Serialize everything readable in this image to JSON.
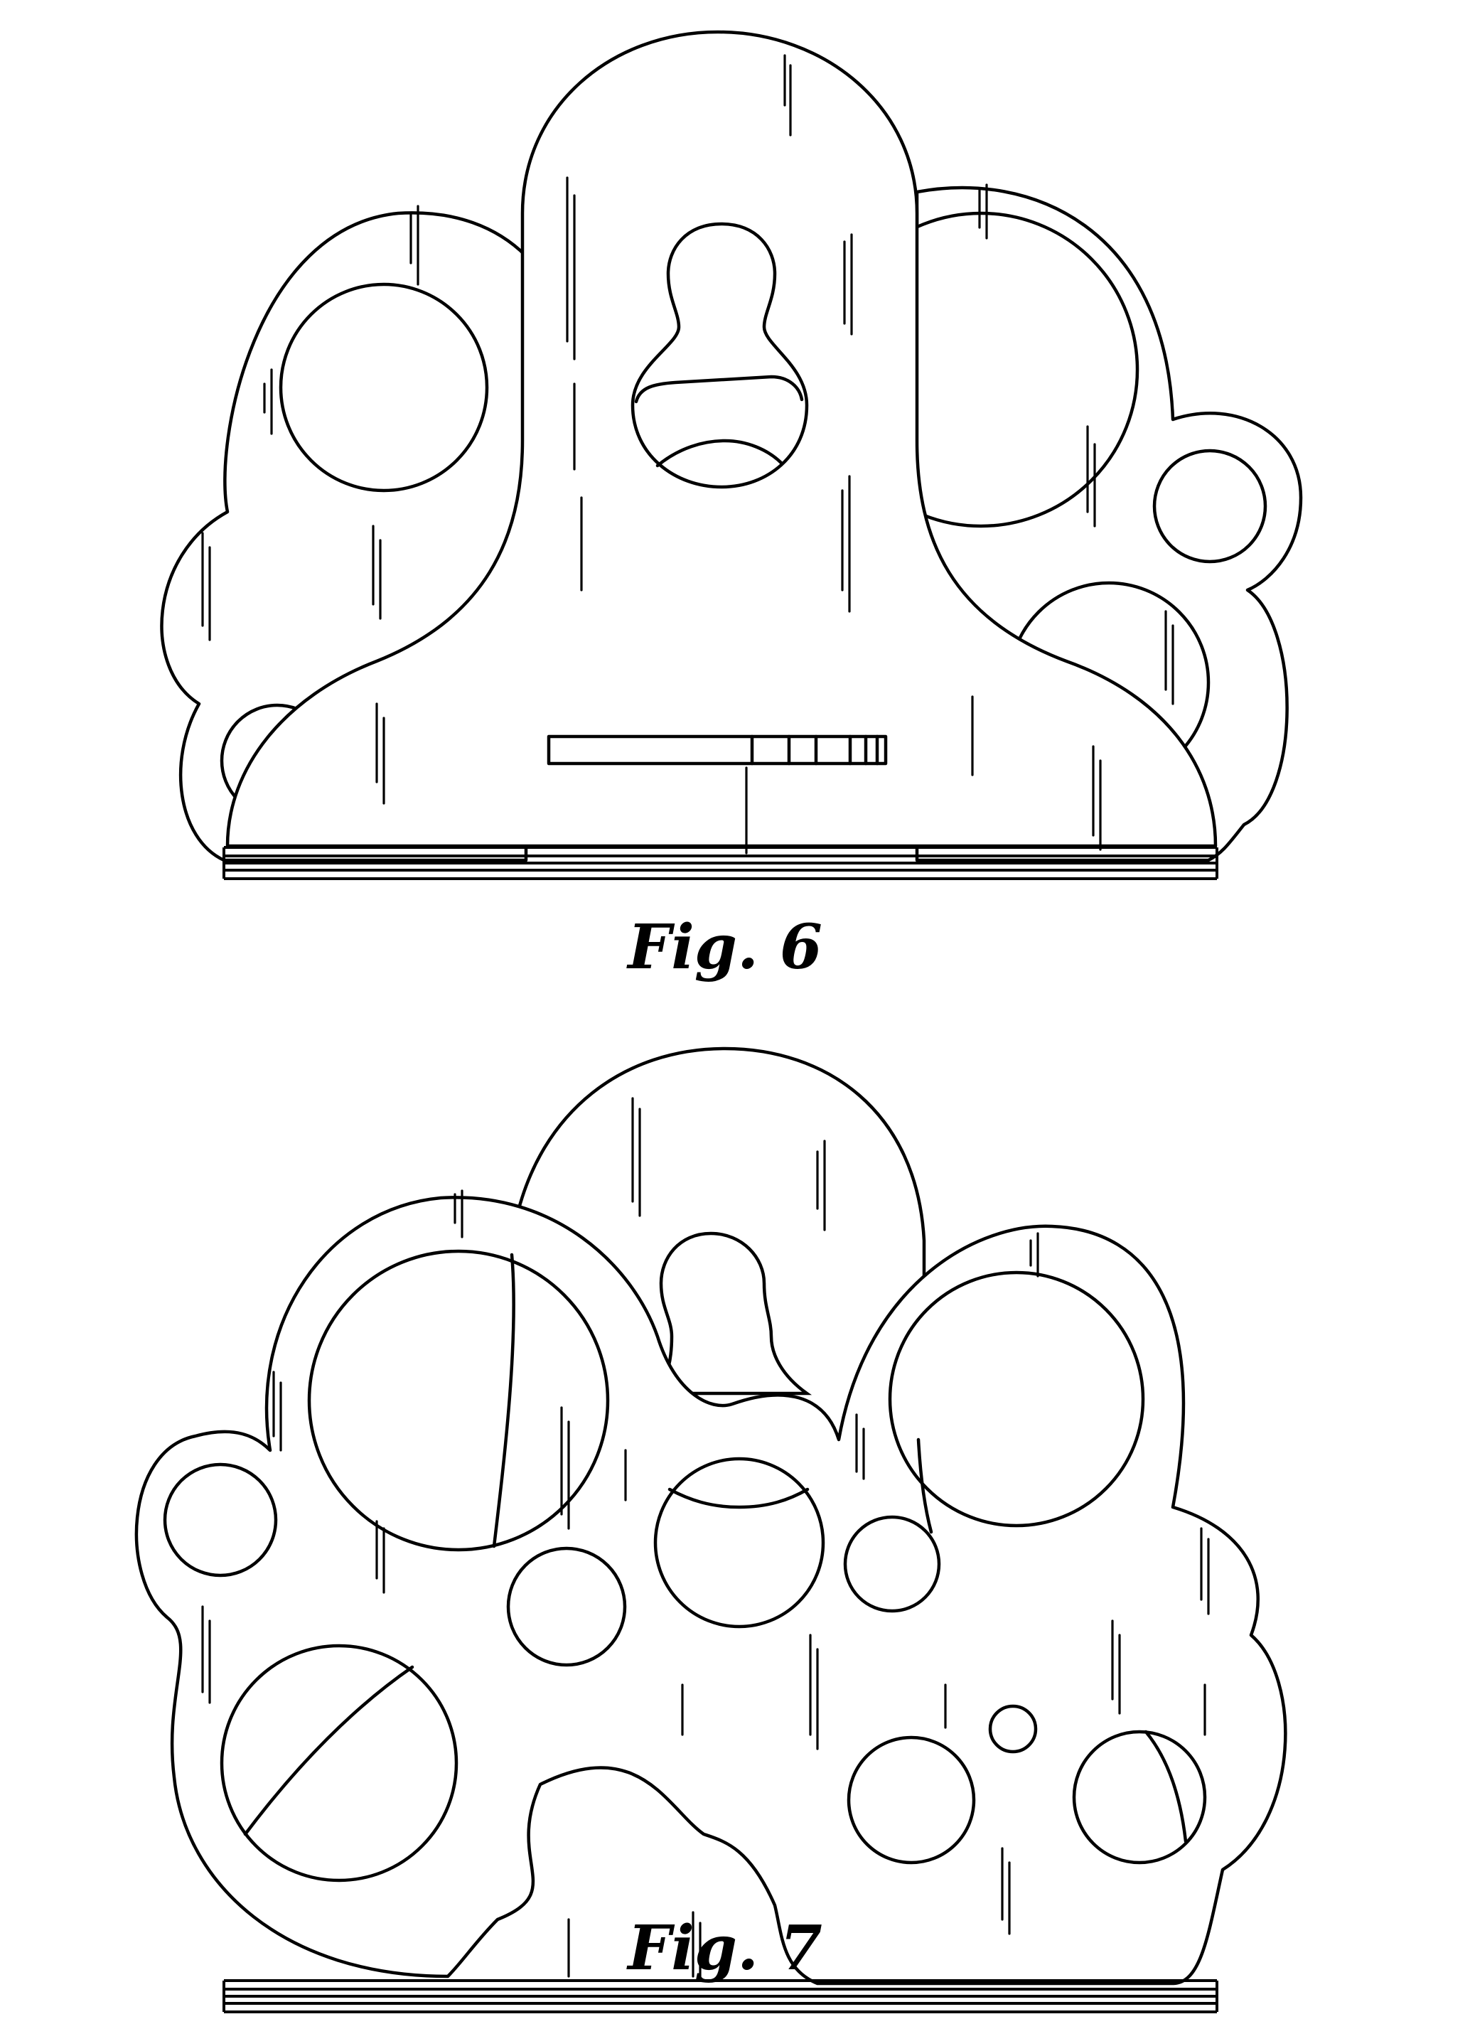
{
  "figures": [
    {
      "id": "fig6",
      "caption": "Fig. 6"
    },
    {
      "id": "fig7",
      "caption": "Fig. 7"
    }
  ],
  "colors": {
    "ink": "#000000",
    "paper": "#ffffff"
  }
}
